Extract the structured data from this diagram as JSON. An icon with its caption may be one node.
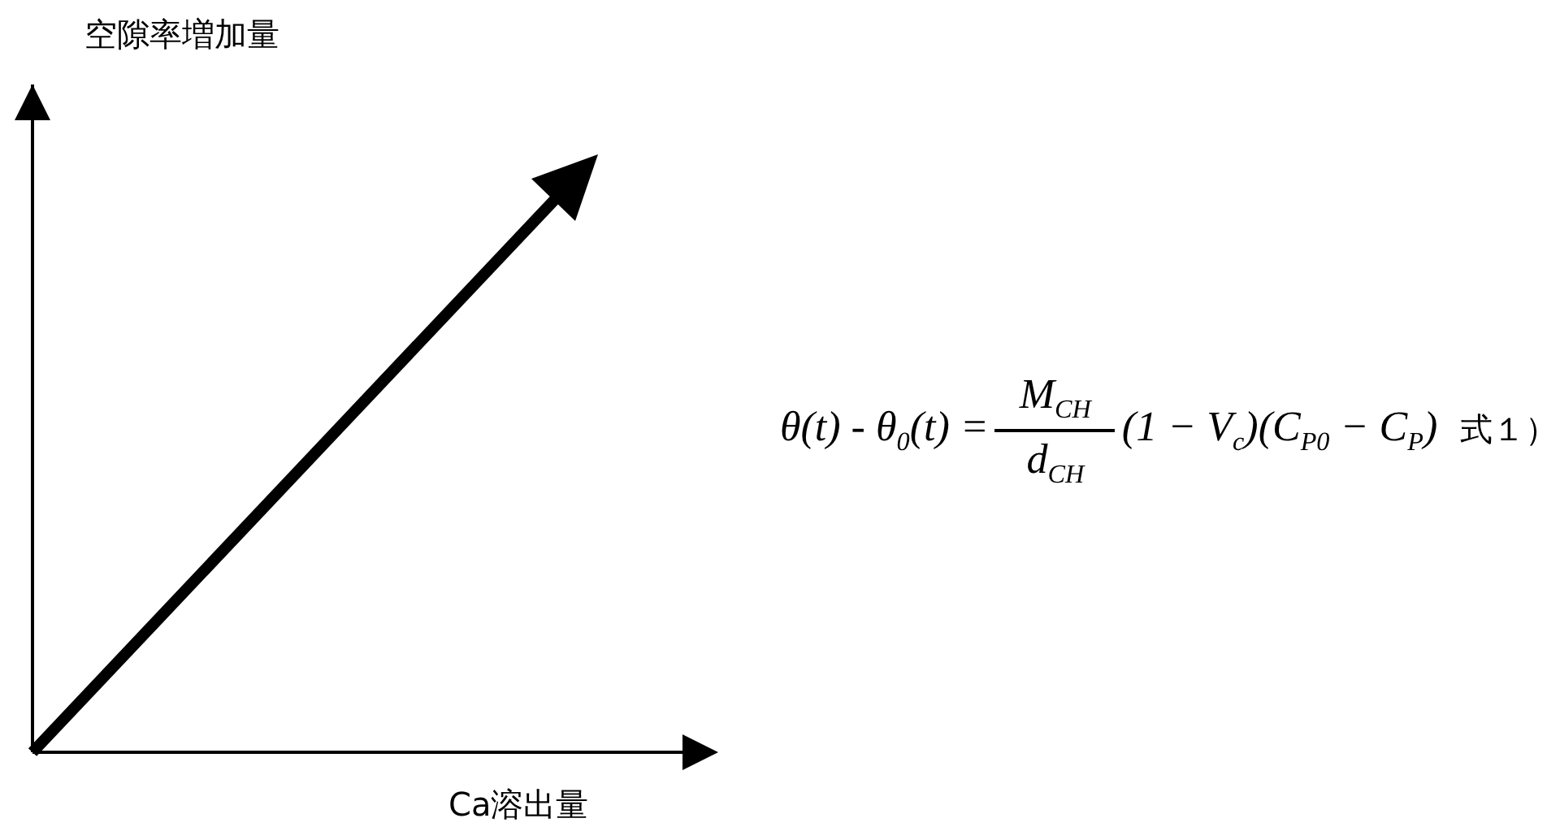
{
  "diagram": {
    "labels": [
      "空隙率増加量",
      "θ(t) - θ$_{0}$(t) =",
      "M$_{CH}$",
      "d$_{CH}$",
      "(1 − V$_{c}$)(C$_{P0}$ − C$_{P}$)",
      "式１）",
      "Ca溶出量"
    ]
  }
}
